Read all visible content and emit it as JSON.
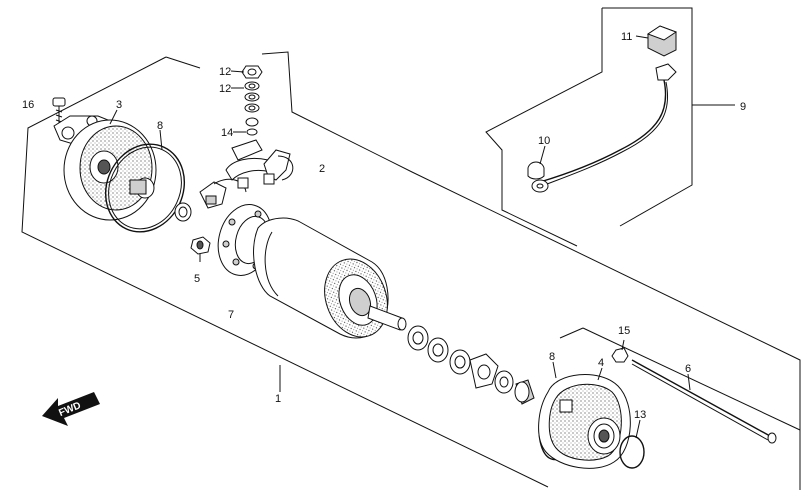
{
  "labels": {
    "l1": "1",
    "l2": "2",
    "l3": "3",
    "l4": "4",
    "l5": "5",
    "l6": "6",
    "l7": "7",
    "l8a": "8",
    "l8b": "8",
    "l9": "9",
    "l10": "10",
    "l11": "11",
    "l12a": "12",
    "l12b": "12",
    "l13": "13",
    "l14": "14",
    "l15": "15",
    "l16": "16"
  },
  "fwd_label": "FWD"
}
